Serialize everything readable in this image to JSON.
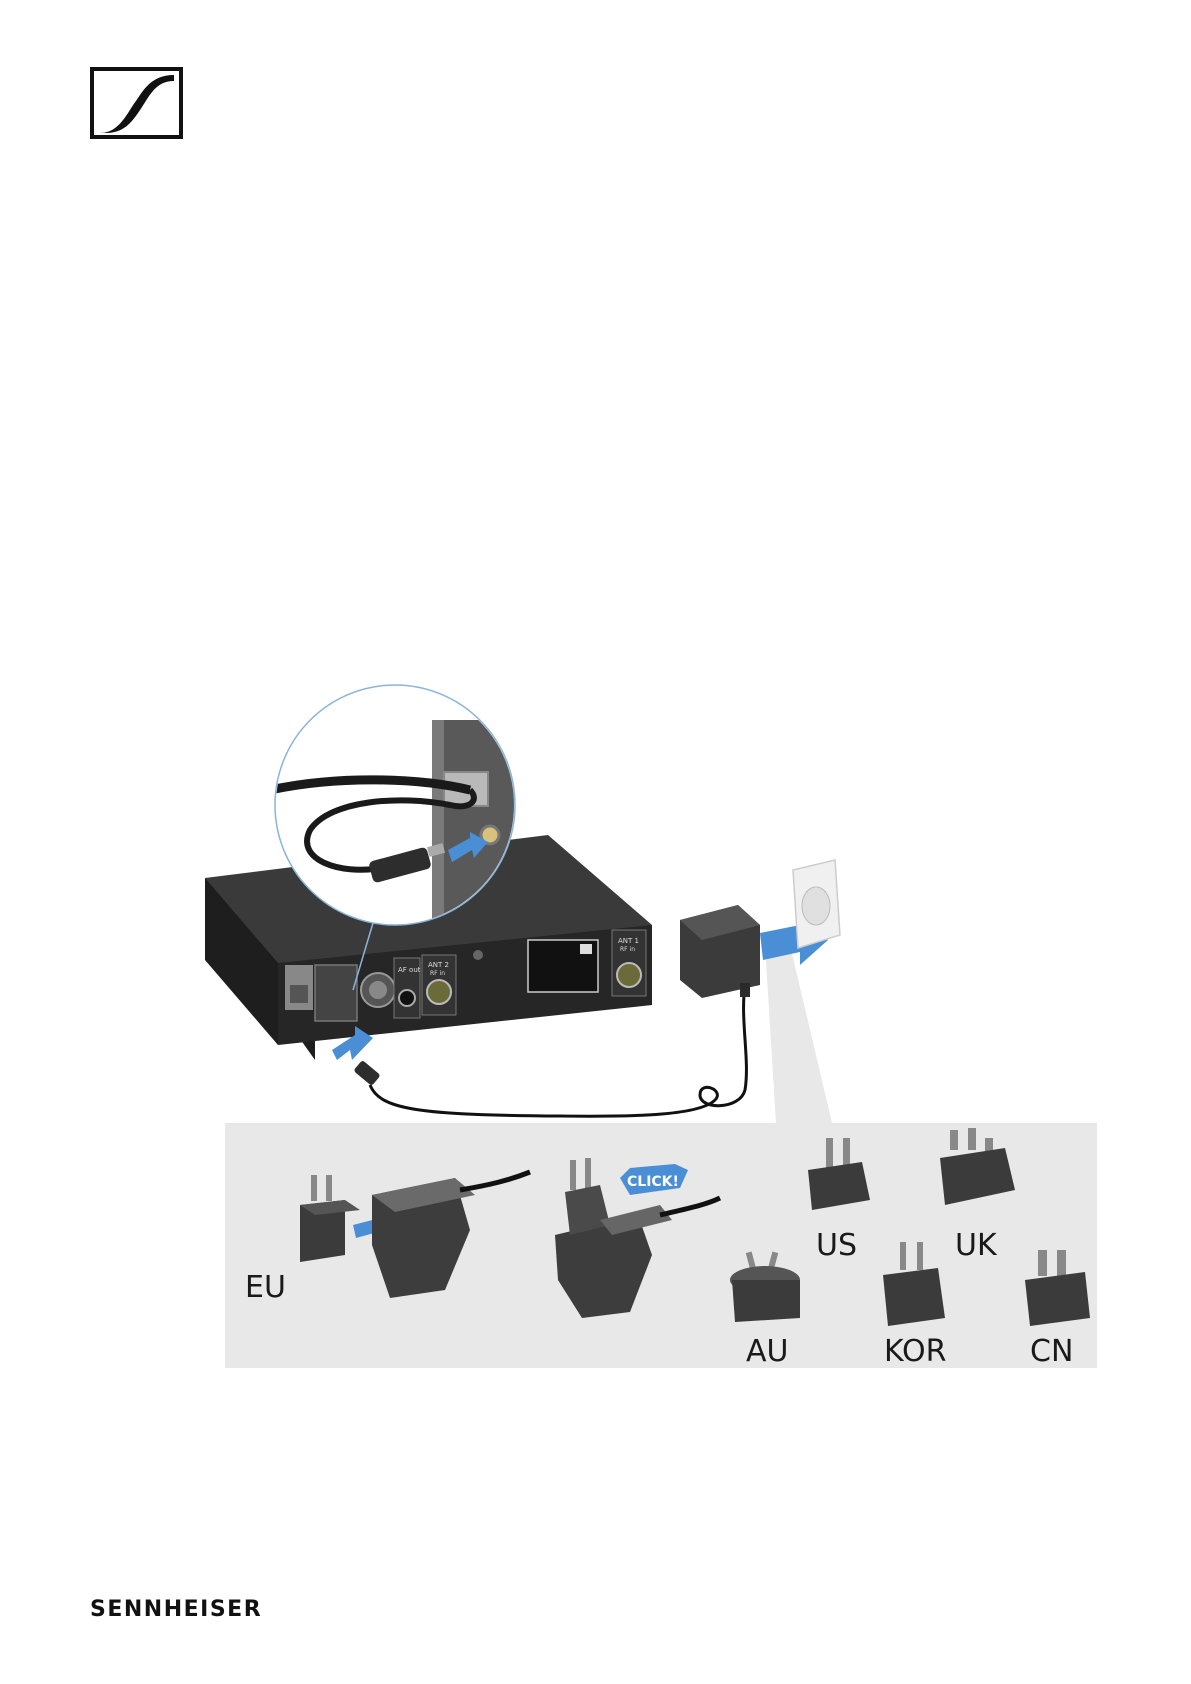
{
  "brand": {
    "logo_icon": "sennheiser-s-logo-icon",
    "wordmark": "SENNHEISER"
  },
  "illustration": {
    "click_badge": "CLICK!",
    "plug_labels": {
      "eu": "EU",
      "us": "US",
      "uk": "UK",
      "au": "AU",
      "kor": "KOR",
      "cn": "CN"
    },
    "device_labels": {
      "af_out": "AF out",
      "ant2": "ANT 2",
      "ant2_sub": "RF in",
      "ant1": "ANT 1",
      "ant1_sub": "RF in"
    },
    "colors": {
      "arrow_blue": "#4a8fd6",
      "panel_grey": "#e8e8e8",
      "device_dark": "#2b2b2b"
    }
  }
}
